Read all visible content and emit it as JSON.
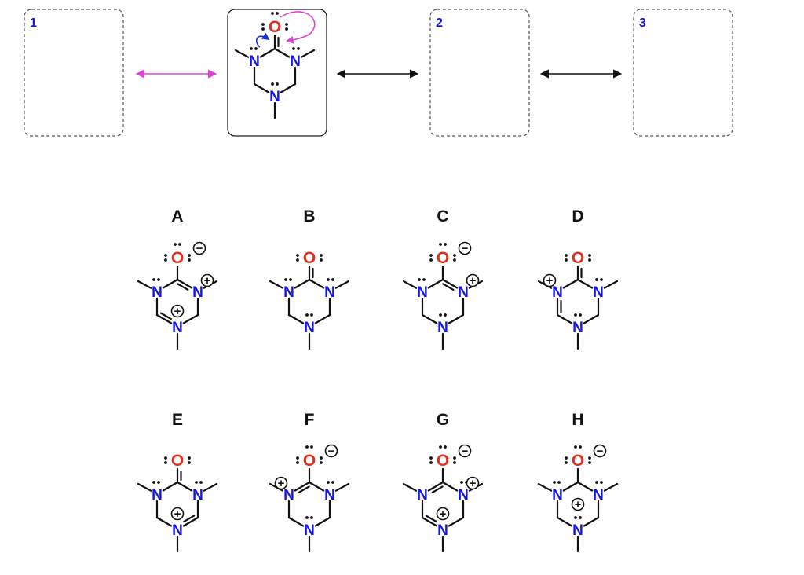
{
  "atoms": {
    "N": "N",
    "O": "O"
  },
  "charges": {
    "plus": "+",
    "minus": "−"
  },
  "slots": [
    {
      "label": "1"
    },
    {
      "label": ""
    },
    {
      "label": "2"
    },
    {
      "label": "3"
    }
  ],
  "colors": {
    "nitrogen": "#1515e0",
    "oxygen": "#e03020",
    "curved_arrow_blue": "#1530e0",
    "curved_arrow_magenta": "#e040d8",
    "resonance_arrow_magenta": "#e040d8",
    "resonance_arrow_black": "#111111",
    "slot_label": "#1515e0"
  },
  "given_structure": {
    "lone_pairs": [
      "O-top",
      "O-left",
      "O-right",
      "N1",
      "N3",
      "N5"
    ],
    "charges": {},
    "double_bonds": [
      "C-O"
    ],
    "curved_arrows": [
      "blue",
      "magenta"
    ]
  },
  "options": [
    {
      "label": "A",
      "double_bonds": [
        "C2=N3",
        "C6=N5"
      ],
      "lone_pairs": [
        "O-top",
        "O-left",
        "O-right",
        "N1"
      ],
      "charges": {
        "O": "minus",
        "N3": "plus",
        "N5": "plus"
      }
    },
    {
      "label": "B",
      "double_bonds": [
        "C-O"
      ],
      "lone_pairs": [
        "O-left",
        "O-right",
        "N1",
        "N3",
        "N5"
      ],
      "charges": {}
    },
    {
      "label": "C",
      "double_bonds": [
        "C2=N3"
      ],
      "lone_pairs": [
        "O-top",
        "O-left",
        "O-right",
        "N1",
        "N5"
      ],
      "charges": {
        "O": "minus",
        "N3": "plus"
      }
    },
    {
      "label": "D",
      "double_bonds": [
        "C-O",
        "N1=C6"
      ],
      "lone_pairs": [
        "O-left",
        "O-right",
        "N3",
        "N5"
      ],
      "charges": {
        "N1": "plus"
      }
    },
    {
      "label": "E",
      "double_bonds": [
        "C-O",
        "C4=N5"
      ],
      "lone_pairs": [
        "O-left",
        "O-right",
        "N1",
        "N3"
      ],
      "charges": {
        "N5": "plus"
      }
    },
    {
      "label": "F",
      "double_bonds": [
        "N1=C2"
      ],
      "lone_pairs": [
        "O-top",
        "O-left",
        "O-right",
        "N3",
        "N5"
      ],
      "charges": {
        "O": "minus",
        "N1": "plus"
      }
    },
    {
      "label": "G",
      "double_bonds": [
        "N1=C2",
        "C6=N5"
      ],
      "lone_pairs": [
        "O-top",
        "O-left",
        "O-right",
        "N3"
      ],
      "charges": {
        "O": "minus",
        "N3": "plus",
        "N5": "plus"
      }
    },
    {
      "label": "H",
      "double_bonds": [],
      "lone_pairs": [
        "O-top",
        "O-left",
        "O-right",
        "N1",
        "N3",
        "N5"
      ],
      "charges": {
        "O": "minus",
        "C2": "plus"
      }
    }
  ]
}
